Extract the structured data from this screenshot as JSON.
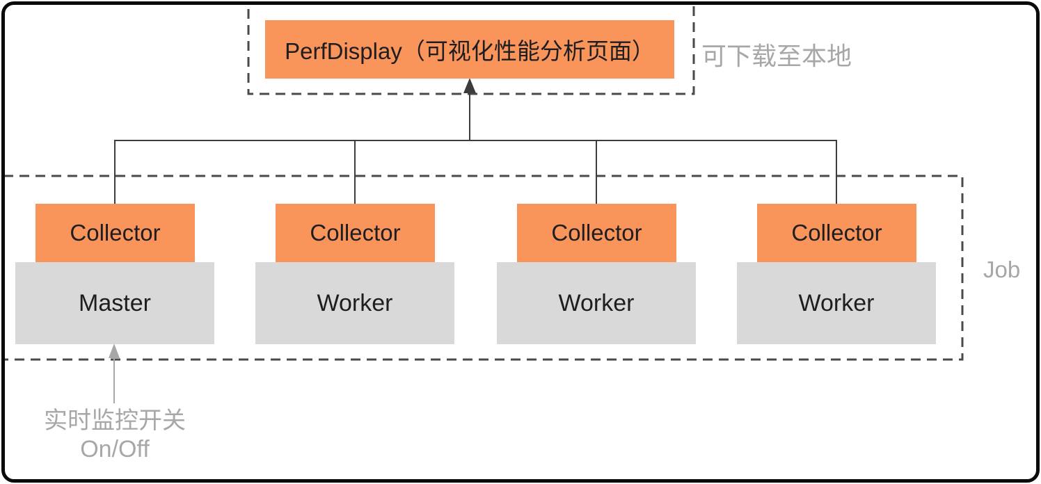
{
  "perfdisplay": {
    "label": "PerfDisplay（可视化性能分析页面）"
  },
  "annotations": {
    "download_note": "可下载至本地",
    "job_label": "Job",
    "monitor_switch_line1": "实时监控开关",
    "monitor_switch_line2": "On/Off"
  },
  "nodes": [
    {
      "collector_label": "Collector",
      "host_label": "Master"
    },
    {
      "collector_label": "Collector",
      "host_label": "Worker"
    },
    {
      "collector_label": "Collector",
      "host_label": "Worker"
    },
    {
      "collector_label": "Collector",
      "host_label": "Worker"
    }
  ],
  "colors": {
    "accent_orange": "#F9945B",
    "node_gray": "#D9D9D9",
    "box_text": "#1E1E20",
    "line_dark": "#3C3C3E",
    "dash_gray": "#4A4A4C",
    "annotation_gray": "#A7A7A9",
    "frame_black": "#0A0A0A"
  }
}
